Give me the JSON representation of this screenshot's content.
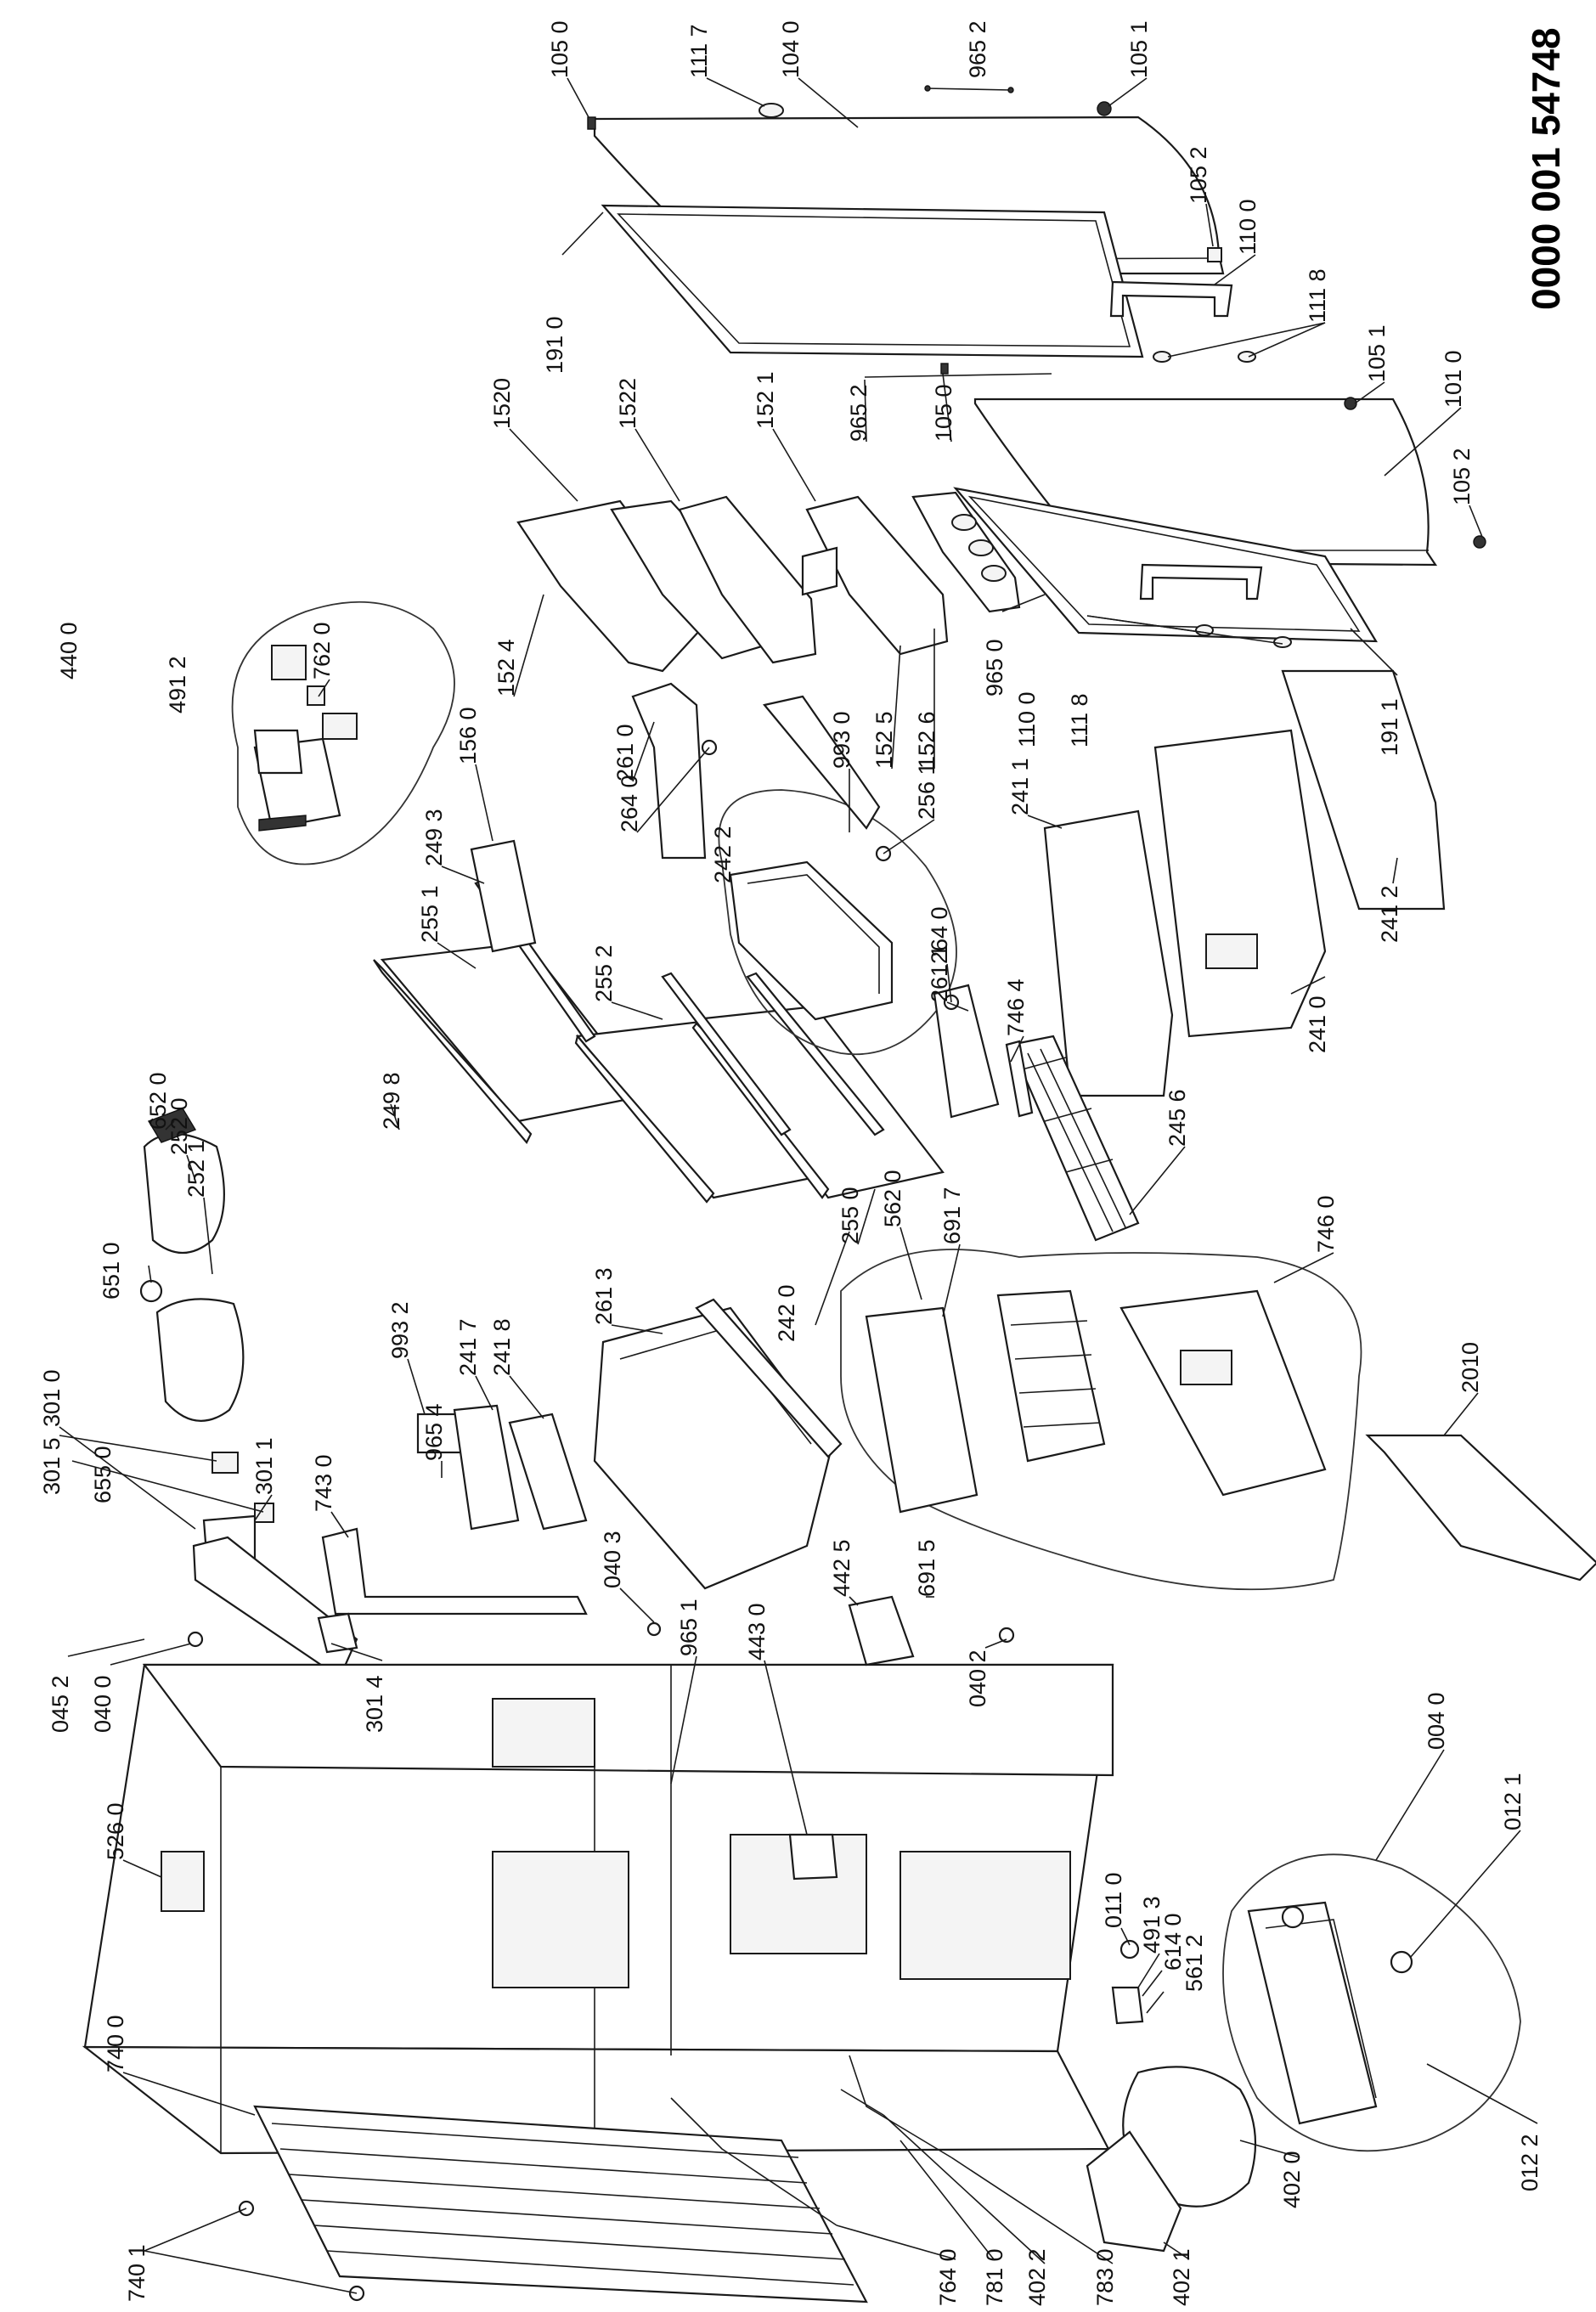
{
  "diagram_code": "0000 001 54748",
  "labels": [
    "105 0",
    "111 7",
    "104 0",
    "965 2",
    "105 1",
    "105 2",
    "110 0",
    "191 0",
    "111 8",
    "105 1",
    "101 0",
    "965 2",
    "105 0",
    "105 2",
    "1520",
    "1522",
    "152 1",
    "762 0",
    "491 2",
    "440 0",
    "152 4",
    "965 0",
    "110 0",
    "111 8",
    "191 1",
    "993 0",
    "152 5",
    "152 6",
    "156 0",
    "261 0",
    "264 0",
    "256 1",
    "241 1",
    "249 3",
    "255 1",
    "242 2",
    "264 0",
    "261 1",
    "241 2",
    "746 4",
    "241 0",
    "249 8",
    "255 2",
    "245 6",
    "652 0",
    "252 0",
    "252 1",
    "651 0",
    "255 0",
    "562 0",
    "691 7",
    "746 0",
    "261 3",
    "242 0",
    "993 2",
    "241 7",
    "241 8",
    "301 0",
    "301 5",
    "655 0",
    "301 1",
    "743 0",
    "965 4",
    "040 3",
    "442 5",
    "2010",
    "691 5",
    "965 1",
    "443 0",
    "301 4",
    "045 2",
    "040 0",
    "040 2",
    "526 0",
    "011 0",
    "491 3",
    "614 0",
    "561 2",
    "004 0",
    "012 1",
    "740 0",
    "402 0",
    "012 2",
    "740 1",
    "764 0",
    "781 0",
    "402 2",
    "783 0",
    "402 1"
  ],
  "icons": [
    "refrigerator-cabinet",
    "door",
    "shelf",
    "drawer",
    "compressor",
    "condenser-coil",
    "evaporator",
    "fan-motor",
    "hinge",
    "lamp-unit"
  ]
}
